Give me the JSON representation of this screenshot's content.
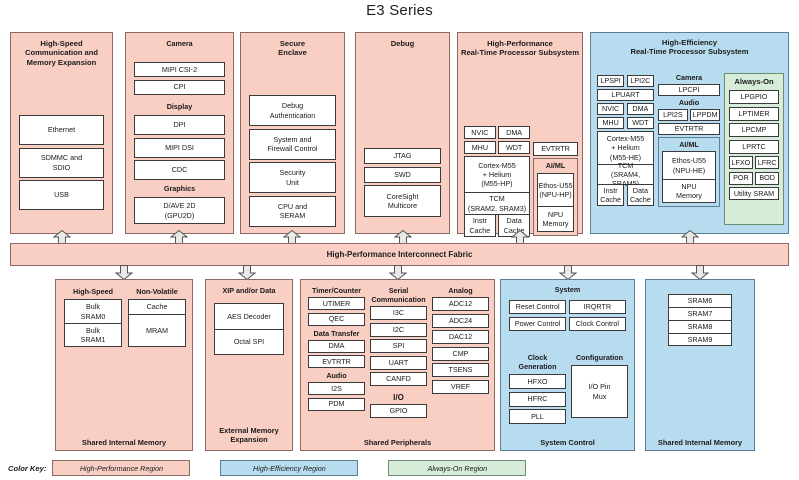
{
  "title": "E3 Series",
  "fabric": {
    "label": "High-Performance Interconnect Fabric"
  },
  "top_row": {
    "comm": {
      "header": "High-Speed\nCommunication and\nMemory Expansion",
      "header_l1": "High-Speed",
      "header_l2": "Communication and",
      "header_l3": "Memory Expansion",
      "items": [
        "Ethernet",
        "SDMMC and SDIO",
        "USB"
      ],
      "item0": "Ethernet",
      "item1_l1": "SDMMC and",
      "item1_l2": "SDIO",
      "item2": "USB"
    },
    "camera": {
      "group1": "Camera",
      "g1_items": [
        "MIPI CSI-2",
        "CPI"
      ],
      "group2": "Display",
      "g2_items": [
        "DPI",
        "MIPI DSI",
        "CDC"
      ],
      "group3": "Graphics",
      "g3_item_l1": "D/AVE 2D",
      "g3_item_l2": "(GPU2D)"
    },
    "secure": {
      "header_l1": "Secure",
      "header_l2": "Enclave",
      "items": [
        {
          "l1": "Debug",
          "l2": "Authentication"
        },
        {
          "l1": "System and",
          "l2": "Firewall Control"
        },
        {
          "l1": "Security",
          "l2": "Unit"
        },
        {
          "l1": "CPU and",
          "l2": "SERAM"
        }
      ]
    },
    "debug": {
      "header": "Debug",
      "items": [
        "JTAG",
        "SWD"
      ],
      "coresight_l1": "CoreSight",
      "coresight_l2": "Multicore"
    },
    "hp_rt": {
      "header_l1": "High-Performance",
      "header_l2": "Real-Time Processor Subsystem",
      "nvic": "NVIC",
      "dma": "DMA",
      "mhu": "MHU",
      "wdt": "WDT",
      "cortex_l1": "Cortex-M55",
      "cortex_l2": "+ Helium",
      "cortex_l3": "(M55-HP)",
      "tcm": "TCM",
      "tcm_sub": "(SRAM2, SRAM3)",
      "instr_l1": "Instr",
      "instr_l2": "Cache",
      "data_l1": "Data",
      "data_l2": "Cache",
      "evtrtr": "EVTRTR",
      "aiml": "AI/ML",
      "ethos_l1": "Ethos-U55",
      "ethos_l2": "(NPU-HP)",
      "npu_l1": "NPU",
      "npu_l2": "Memory"
    },
    "he_rt": {
      "header_l1": "High-Efficiency",
      "header_l2": "Real-Time Processor Subsystem",
      "lpspi": "LPSPI",
      "lpi2c": "LPI2C",
      "lpuart": "LPUART",
      "nvic": "NVIC",
      "dma": "DMA",
      "mhu": "MHU",
      "wdt": "WDT",
      "cortex_l1": "Cortex-M55",
      "cortex_l2": "+ Helium",
      "cortex_l3": "(M55-HE)",
      "tcm": "TCM",
      "tcm_sub": "(SRAM4, SRAM5)",
      "instr_l1": "Instr",
      "instr_l2": "Cache",
      "data_l1": "Data",
      "data_l2": "Cache",
      "camera": "Camera",
      "lpcpi": "LPCPI",
      "audio": "Audio",
      "lpi2s": "LPI2S",
      "lppdm": "LPPDM",
      "evtrtr": "EVTRTR",
      "aiml": "AI/ML",
      "ethos_l1": "Ethos-U55",
      "ethos_l2": "(NPU-HE)",
      "npu_l1": "NPU",
      "npu_l2": "Memory",
      "always_on": {
        "header": "Always-On",
        "items": [
          "LPGPIO",
          "LPTIMER",
          "LPCMP",
          "LPRTC"
        ],
        "lfxo": "LFXO",
        "lfrc": "LFRC",
        "por": "POR",
        "bod": "BOD",
        "utility_sram": "Utility SRAM"
      }
    }
  },
  "bottom_row": {
    "shared_mem_hp": {
      "footer": "Shared Internal Memory",
      "col1_header": "High-Speed",
      "col2_header": "Non-Volatile",
      "bulk0_l1": "Bulk",
      "bulk0_l2": "SRAM0",
      "bulk1_l1": "Bulk",
      "bulk1_l2": "SRAM1",
      "cache": "Cache",
      "mram": "MRAM"
    },
    "ext_mem": {
      "header": "XIP and/or Data",
      "items": [
        "AES Decoder",
        "Octal SPI"
      ],
      "footer_l1": "External Memory",
      "footer_l2": "Expansion"
    },
    "peripherals": {
      "footer": "Shared Peripherals",
      "timer_header": "Timer/Counter",
      "timer_items": [
        "UTIMER",
        "QEC"
      ],
      "datatransfer_header": "Data Transfer",
      "datatransfer_items": [
        "DMA",
        "EVTRTR"
      ],
      "audio_header": "Audio",
      "audio_items": [
        "I2S",
        "PDM"
      ],
      "serial_header_l1": "Serial",
      "serial_header_l2": "Communication",
      "serial_items": [
        "I3C",
        "I2C",
        "SPI",
        "UART",
        "CANFD"
      ],
      "io_header": "I/O",
      "io_items": [
        "GPIO"
      ],
      "analog_header": "Analog",
      "analog_items": [
        "ADC12",
        "ADC24",
        "DAC12",
        "CMP",
        "TSENS",
        "VREF"
      ]
    },
    "system_control": {
      "footer": "System Control",
      "system_header": "System",
      "reset_control": "Reset Control",
      "irqrtr": "IRQRTR",
      "power_control": "Power Control",
      "clock_control": "Clock Control",
      "clockgen_header": "Clock Generation",
      "clockgen_items": [
        "HFXO",
        "HFRC",
        "PLL"
      ],
      "config_header": "Configuration",
      "config_l1": "I/O Pin",
      "config_l2": "Mux"
    },
    "shared_mem_he": {
      "footer": "Shared Internal Memory",
      "items": [
        "SRAM6",
        "SRAM7",
        "SRAM8",
        "SRAM9"
      ]
    }
  },
  "color_key": {
    "label": "Color Key:",
    "hp": "High-Performance Region",
    "he": "High-Efficiency Region",
    "ao": "Always-On Region"
  },
  "colors": {
    "high_performance": "#f9cfc4",
    "high_efficiency": "#b7dcf0",
    "always_on": "#d6ecd8"
  }
}
